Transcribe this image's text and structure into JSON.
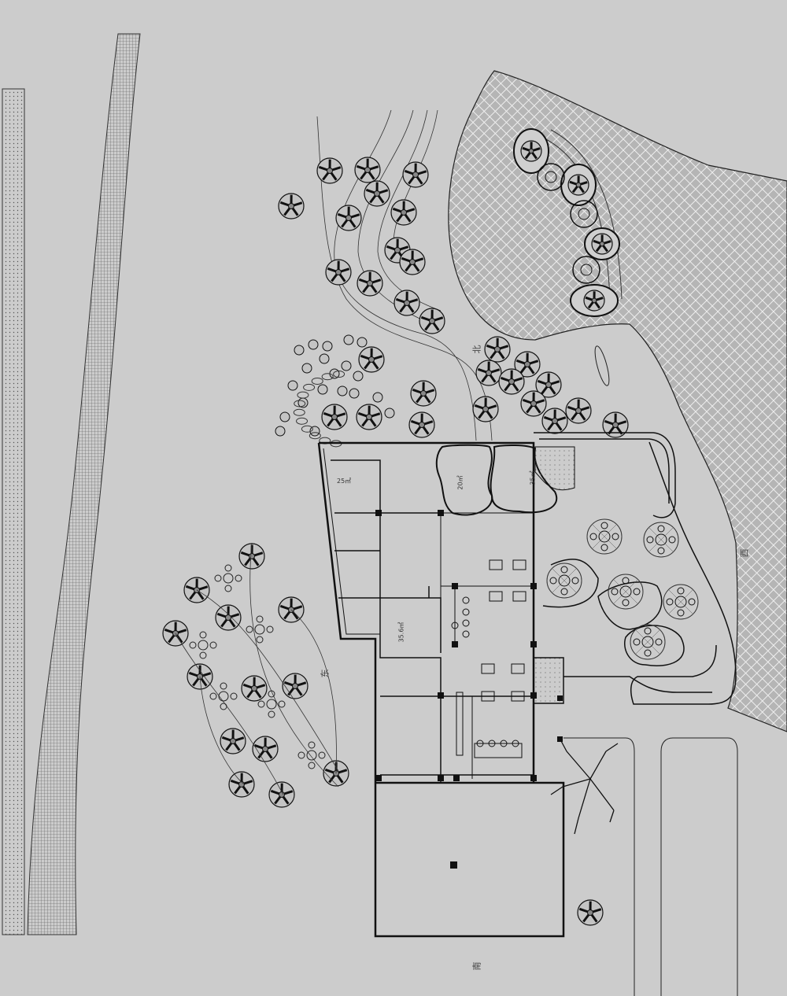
{
  "drawing": {
    "type": "site plan",
    "room_areas": {
      "office": "25㎡",
      "private_room_a": "20㎡",
      "private_room_b": "35㎡",
      "storage": "35.6㎡"
    },
    "directions": {
      "left": "东",
      "right": "西",
      "top": "北",
      "bottom": "南"
    }
  },
  "colors": {
    "background": "#cccccc",
    "line": "#1a1a1a"
  }
}
